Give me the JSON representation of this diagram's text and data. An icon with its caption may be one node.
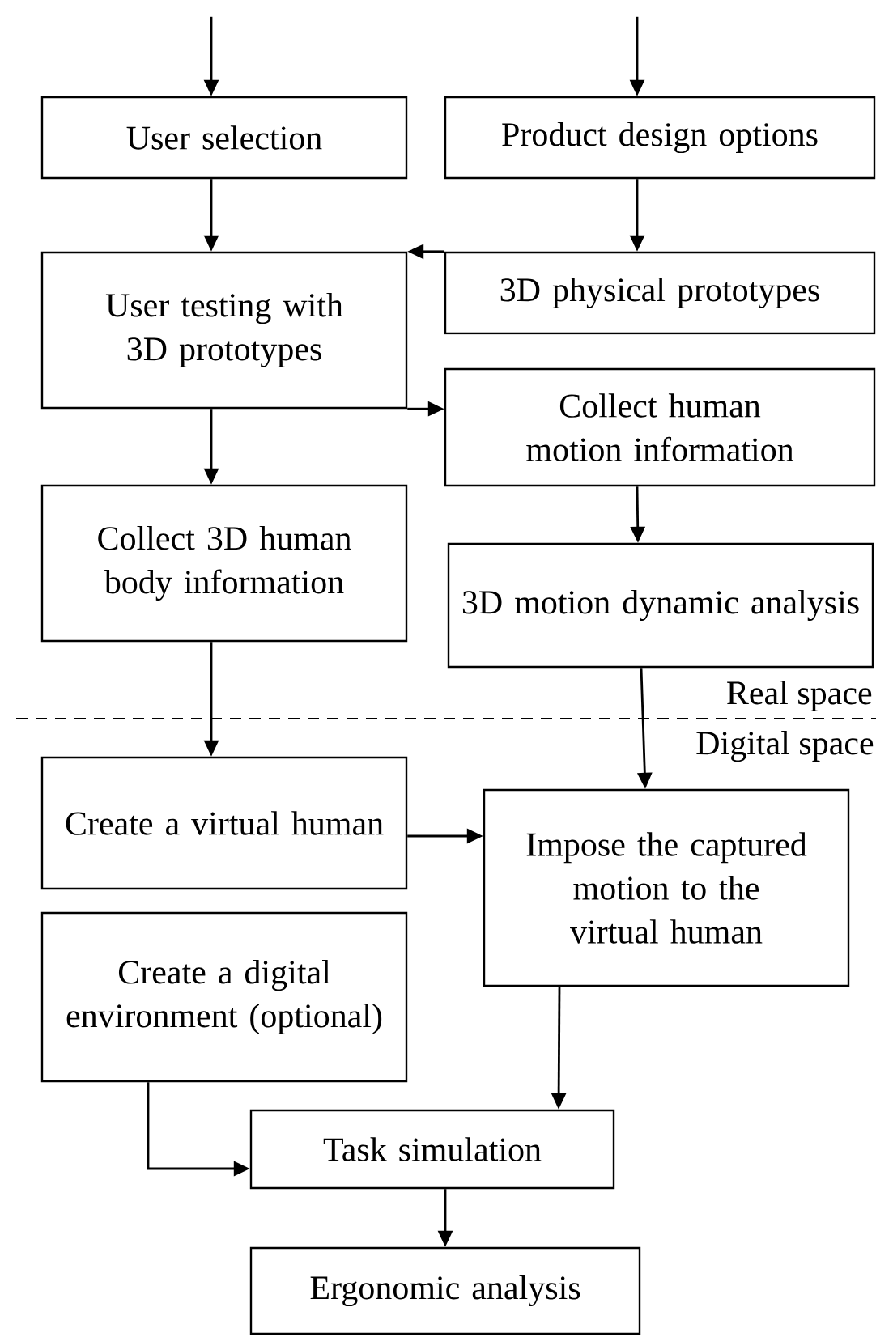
{
  "diagram": {
    "nodes": [
      {
        "text": [
          "User selection"
        ]
      },
      {
        "text": [
          "Product design options"
        ]
      },
      {
        "text": [
          "User testing with 3D prototypes"
        ]
      },
      {
        "text": [
          "3D physical prototypes"
        ]
      },
      {
        "text": [
          "Collect human motion information"
        ]
      },
      {
        "text": [
          "Collect 3D human body information"
        ]
      },
      {
        "text": [
          "3D motion dynamic analysis"
        ]
      },
      {
        "text": [
          "Create a virtual human"
        ]
      },
      {
        "text": [
          "Impose the captured motion to the virtual human"
        ]
      },
      {
        "text": [
          "Create a digital environment (optional)"
        ]
      },
      {
        "text": [
          "Task simulation"
        ]
      },
      {
        "text": [
          "Ergonomic analysis"
        ]
      }
    ],
    "edges": [
      {
        "from": null,
        "to": 0,
        "arrow": "to"
      },
      {
        "from": null,
        "to": 1,
        "arrow": "to"
      },
      {
        "from": 0,
        "to": 2,
        "arrow": "to"
      },
      {
        "from": 1,
        "to": 3,
        "arrow": "to"
      },
      {
        "from": 3,
        "to": 2,
        "arrow": "to"
      },
      {
        "from": 2,
        "to": 4,
        "arrow": "to"
      },
      {
        "from": 2,
        "to": 5,
        "arrow": "to"
      },
      {
        "from": 4,
        "to": 6,
        "arrow": "to"
      },
      {
        "from": 5,
        "to": 7,
        "arrow": "to"
      },
      {
        "from": 6,
        "to": 8,
        "arrow": "to"
      },
      {
        "from": 7,
        "to": 8,
        "arrow": "to"
      },
      {
        "from": 8,
        "to": 10,
        "arrow": "to"
      },
      {
        "from": 9,
        "to": 10,
        "arrow": "to"
      },
      {
        "from": 10,
        "to": 11,
        "arrow": "to"
      }
    ],
    "labels": [
      "Real space",
      "Digital space"
    ]
  }
}
